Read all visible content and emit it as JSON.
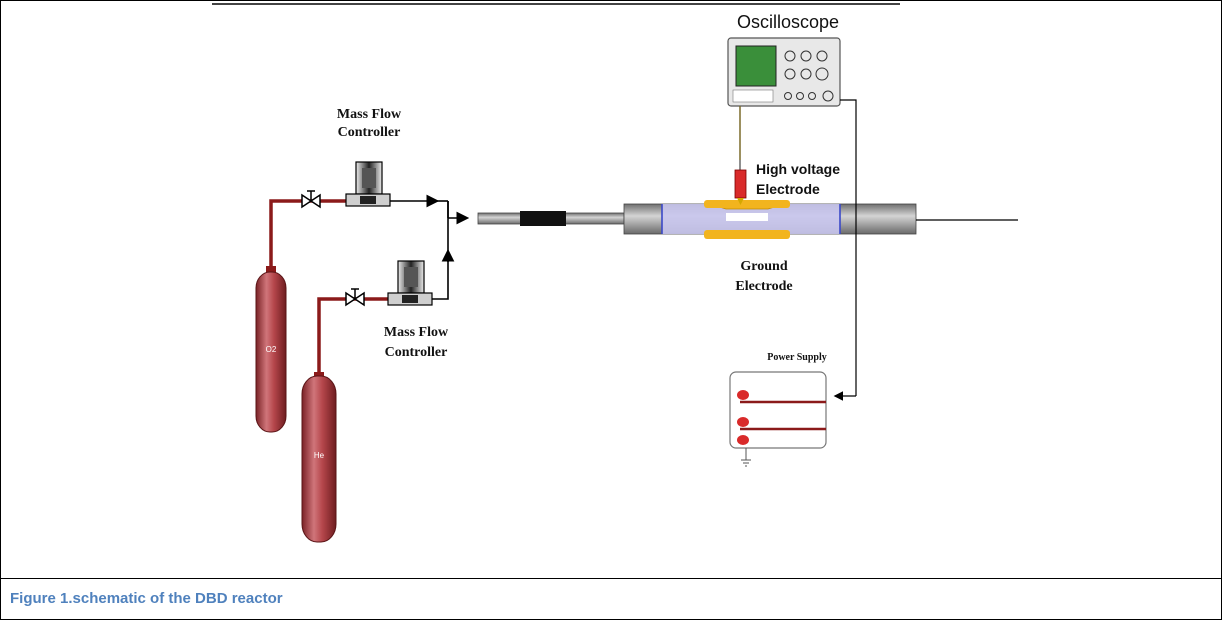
{
  "figure": {
    "caption": "Figure 1.schematic of the DBD reactor",
    "labels": {
      "oscilloscope": "Oscilloscope",
      "mfc_top_line1": "Mass Flow",
      "mfc_top_line2": "Controller",
      "mfc_bottom_line1": "Mass Flow",
      "mfc_bottom_line2": "Controller",
      "hv_line1": "High voltage",
      "hv_line2": "Electrode",
      "ground_line1": "Ground",
      "ground_line2": "Electrode",
      "power_supply": "Power Supply",
      "cylinder_o2": "O2",
      "cylinder_he": "He"
    },
    "colors": {
      "gas_line": "#8b1a1a",
      "cylinder": "#b5464b",
      "electrode": "#f2b41e",
      "reactor_glass": "#c9c6ee",
      "tube": "#9a9a9a",
      "caption": "#4f81bd"
    }
  }
}
